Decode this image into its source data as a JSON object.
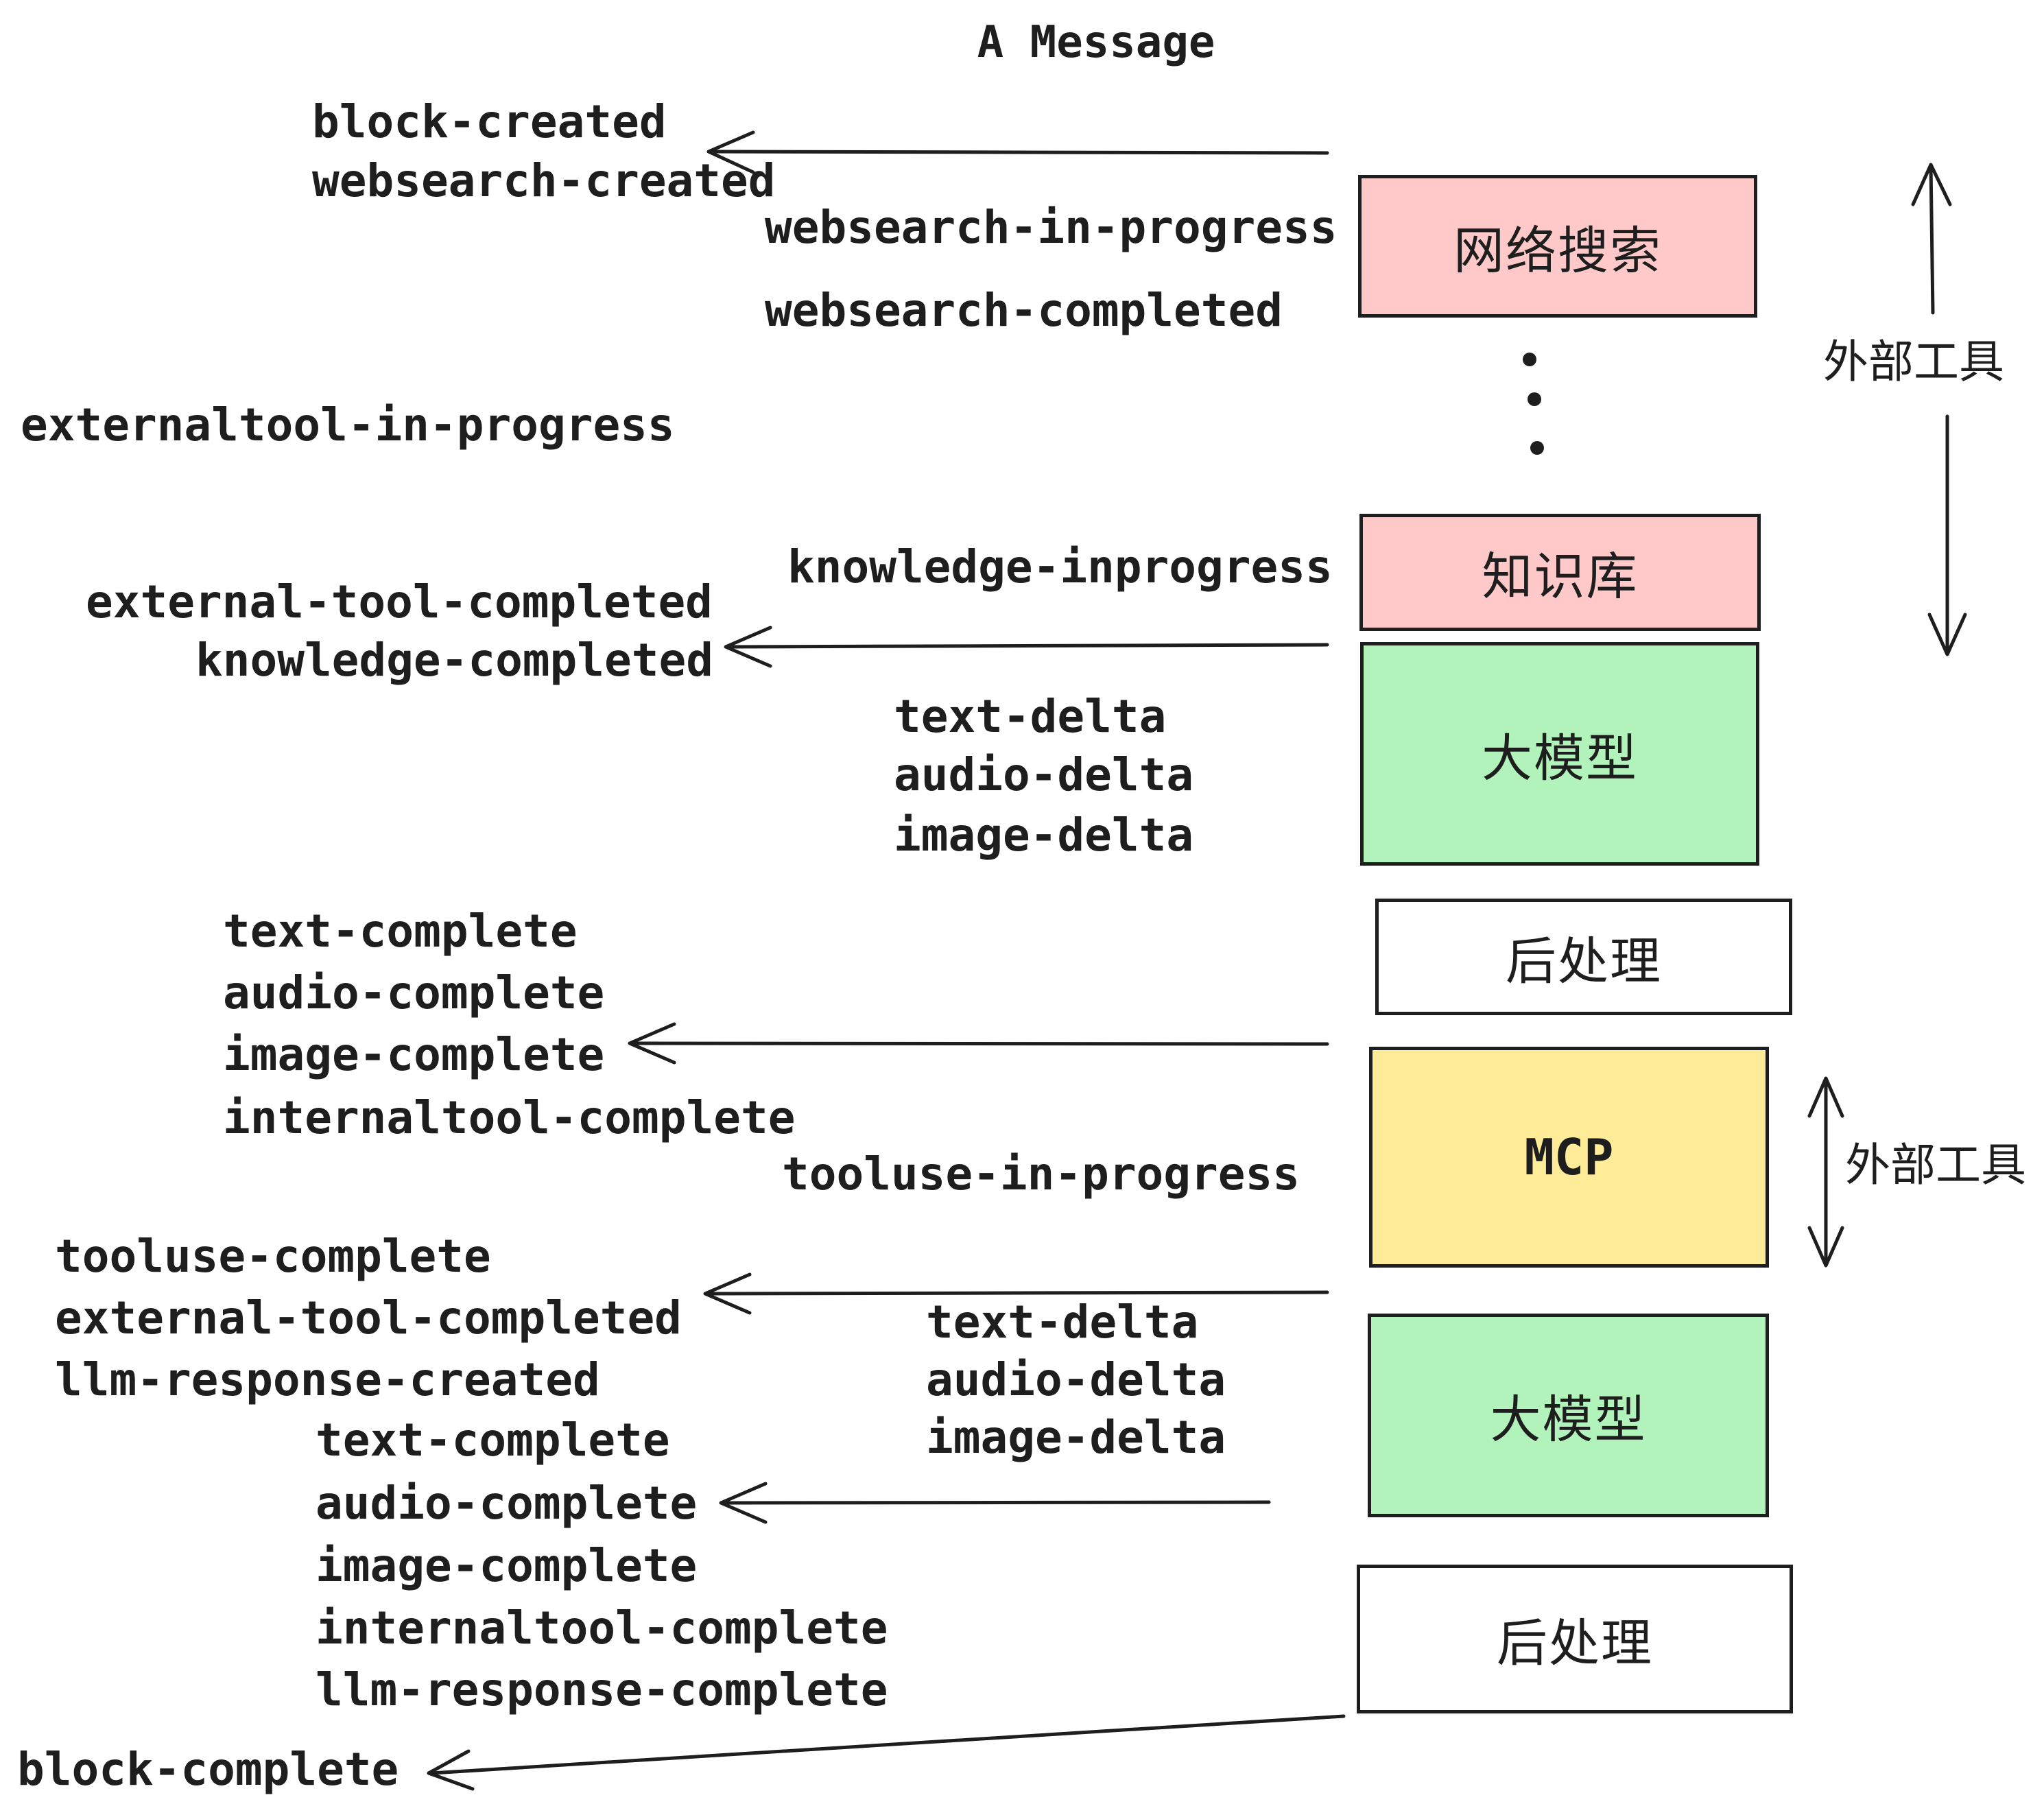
{
  "title": "A Message",
  "events": {
    "block_created": "block-created",
    "websearch_created": "websearch-created",
    "websearch_in_progress": "websearch-in-progress",
    "websearch_completed": "websearch-completed",
    "externaltool_in_progress": "externaltool-in-progress",
    "knowledge_inprogress": "knowledge-inprogress",
    "external_tool_completed": "external-tool-completed",
    "knowledge_completed": "knowledge-completed",
    "text_delta": "text-delta",
    "audio_delta": "audio-delta",
    "image_delta": "image-delta",
    "text_complete": "text-complete",
    "audio_complete": "audio-complete",
    "image_complete": "image-complete",
    "internaltool_complete": "internaltool-complete",
    "tooluse_in_progress": "tooluse-in-progress",
    "tooluse_complete": "tooluse-complete",
    "external_tool_completed_2": "external-tool-completed",
    "llm_response_created": "llm-response-created",
    "text_complete_2": "text-complete",
    "audio_complete_2": "audio-complete",
    "image_complete_2": "image-complete",
    "internaltool_complete_2": "internaltool-complete",
    "llm_response_complete": "llm-response-complete",
    "text_delta_2": "text-delta",
    "audio_delta_2": "audio-delta",
    "image_delta_2": "image-delta",
    "block_complete": "block-complete"
  },
  "boxes": [
    {
      "label": "网络搜索",
      "color": "#ffc9c9"
    },
    {
      "label": "知识库",
      "color": "#ffc9c9"
    },
    {
      "label": "大模型",
      "color": "#b2f2bb"
    },
    {
      "label": "后处理",
      "color": "#ffffff"
    },
    {
      "label": "MCP",
      "color": "#ffec99"
    },
    {
      "label": "大模型",
      "color": "#b2f2bb"
    },
    {
      "label": "后处理",
      "color": "#ffffff"
    }
  ],
  "side_labels": {
    "external_tools_top": "外部工具",
    "external_tools_bottom": "外部工具"
  },
  "colors": {
    "stroke": "#1e1e1e",
    "pink": "#ffc9c9",
    "green": "#b2f2bb",
    "yellow": "#ffec99",
    "white": "#ffffff"
  }
}
